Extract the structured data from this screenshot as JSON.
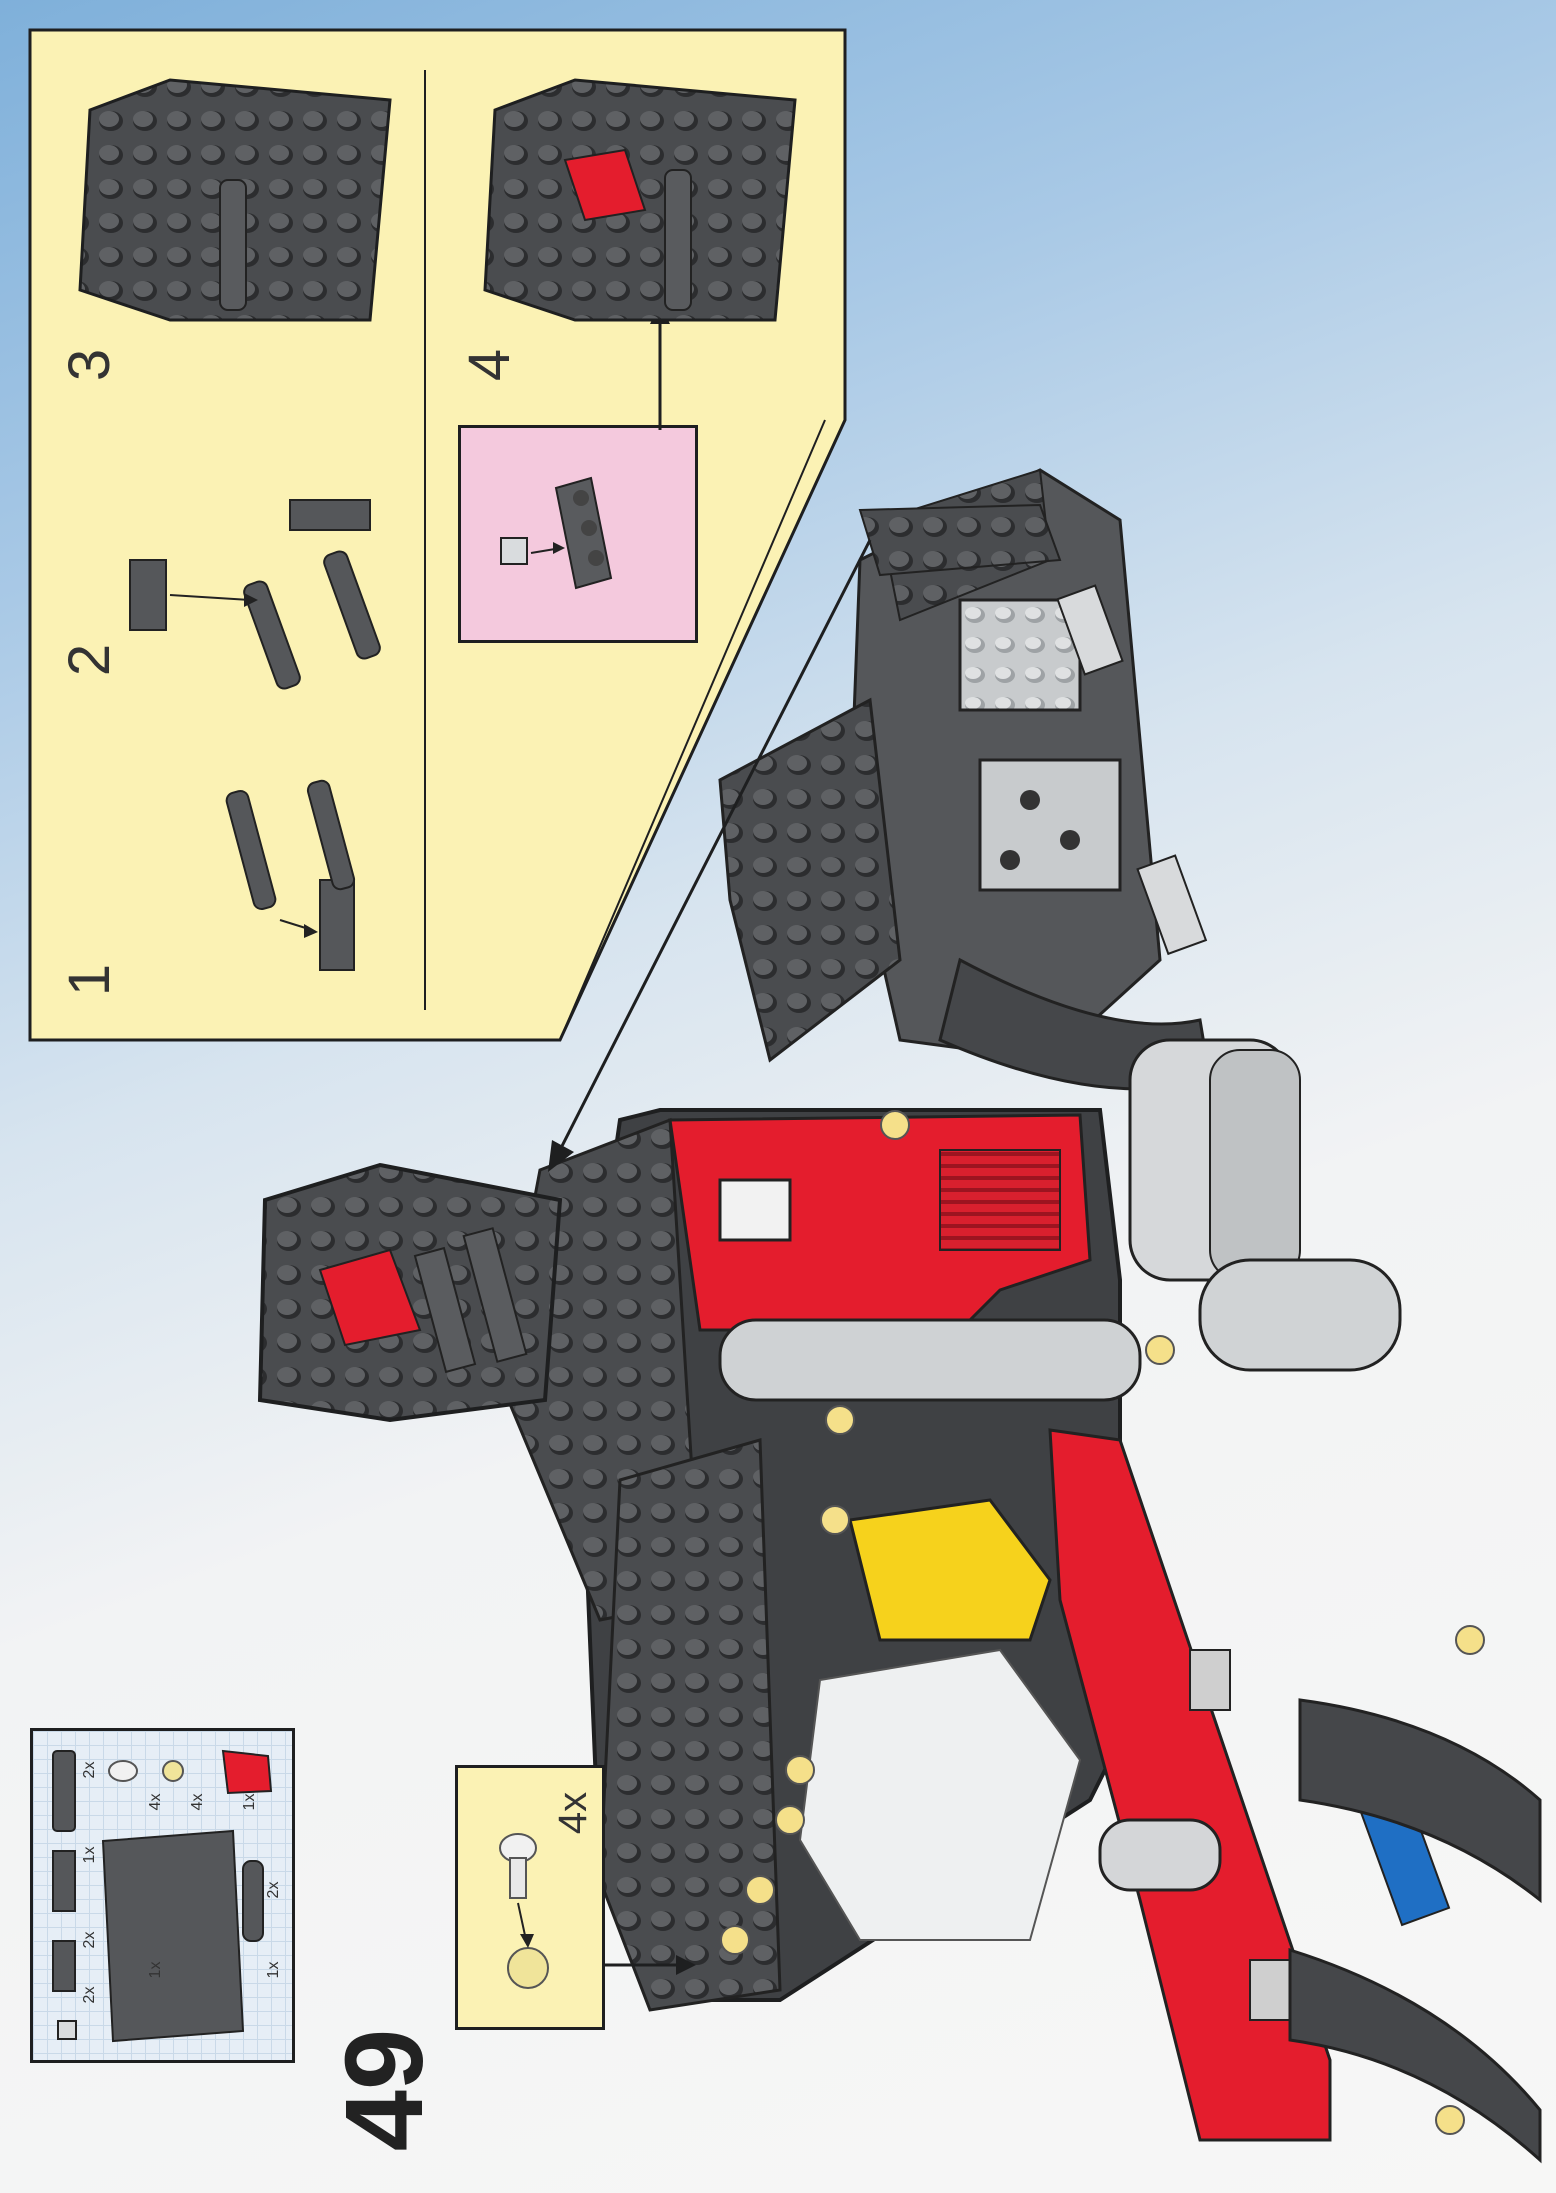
{
  "page_number": "49",
  "steps": [
    {
      "label": "1"
    },
    {
      "label": "2"
    },
    {
      "label": "3"
    },
    {
      "label": "4"
    }
  ],
  "parts_list": [
    {
      "qty": "2x"
    },
    {
      "qty": "1x"
    },
    {
      "qty": "1x"
    },
    {
      "qty": "2x"
    },
    {
      "qty": "2x"
    },
    {
      "qty": "2x"
    },
    {
      "qty": "4x"
    },
    {
      "qty": "4x"
    },
    {
      "qty": "1x"
    },
    {
      "qty": "1x"
    }
  ],
  "subassembly_quantity": "4x",
  "colors": {
    "callout_yellow": "#fbf2b4",
    "subpanel_pink": "#f4c9dd",
    "brick_dark_gray": "#4a4c4f",
    "brick_light_gray": "#c8cbcd",
    "brick_red": "#e41d2d",
    "brick_yellow": "#f6d21c",
    "brick_blue": "#1f6fc4"
  }
}
